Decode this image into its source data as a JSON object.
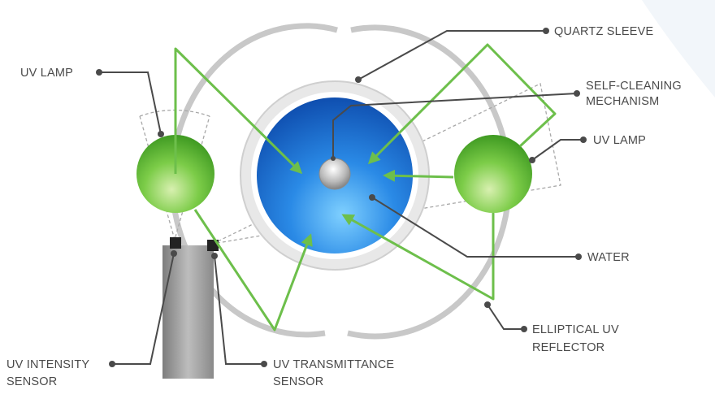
{
  "labels": {
    "quartz_sleeve": "QUARTZ SLEEVE",
    "self_cleaning_line1": "SELF-CLEANING",
    "self_cleaning_line2": "MECHANISM",
    "uv_lamp_left": "UV LAMP",
    "uv_lamp_right": "UV LAMP",
    "water": "WATER",
    "elliptical_line1": "ELLIPTICAL UV",
    "elliptical_line2": "REFLECTOR",
    "intensity_line1": "UV INTENSITY",
    "intensity_line2": "SENSOR",
    "transmittance_line1": "UV TRANSMITTANCE",
    "transmittance_line2": "SENSOR"
  },
  "colors": {
    "reflector": "#c8c8c8",
    "uv_ray": "#6dbf4b",
    "water": "#1f6fd0",
    "lamp": "#5fb53a",
    "leader": "#4a4a4a"
  }
}
